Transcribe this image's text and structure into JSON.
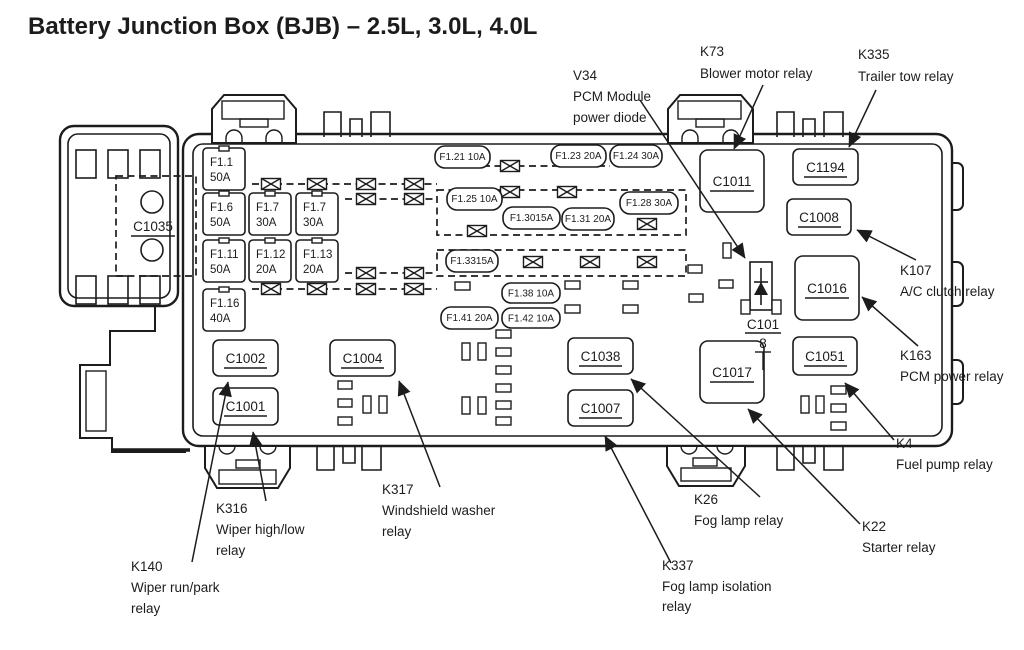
{
  "title": "Battery Junction Box (BJB) – 2.5L, 3.0L, 4.0L",
  "colors": {
    "ink": "#1c1c1c",
    "paper": "#ffffff"
  },
  "fuses_square": [
    {
      "name": "F1.1",
      "amp": "50A"
    },
    {
      "name": "F1.6",
      "amp": "50A"
    },
    {
      "name": "F1.7",
      "amp": "30A"
    },
    {
      "name": "F1.7",
      "amp": "30A"
    },
    {
      "name": "F1.11",
      "amp": "50A"
    },
    {
      "name": "F1.12",
      "amp": "20A"
    },
    {
      "name": "F1.13",
      "amp": "20A"
    },
    {
      "name": "F1.16",
      "amp": "40A"
    }
  ],
  "fuses_pill": [
    "F1.21 10A",
    "F1.23 20A",
    "F1.24 30A",
    "F1.25 10A",
    "F1.28 30A",
    "F1.3015A",
    "F1.31 20A",
    "F1.3315A",
    "F1.38 10A",
    "F1.41 20A",
    "F1.42 10A"
  ],
  "connectors": {
    "c1035": "C1035",
    "c1011": "C1011",
    "c1194": "C1194",
    "c1008": "C1008",
    "c1016": "C1016",
    "c1017": "C1017",
    "c1051": "C1051",
    "c1002": "C1002",
    "c1001": "C1001",
    "c1004": "C1004",
    "c1038": "C1038",
    "c1007": "C1007",
    "c101_line1": "C101",
    "c101_line2": "8"
  },
  "callouts": {
    "v34": {
      "code": "V34",
      "desc1": "PCM Module",
      "desc2": "power diode"
    },
    "k73": {
      "code": "K73",
      "desc1": "Blower motor relay"
    },
    "k335": {
      "code": "K335",
      "desc1": "Trailer tow relay"
    },
    "k107": {
      "code": "K107",
      "desc1": "A/C clutch relay"
    },
    "k163": {
      "code": "K163",
      "desc1": "PCM power relay"
    },
    "k4": {
      "code": "K4",
      "desc1": "Fuel pump relay"
    },
    "k22": {
      "code": "K22",
      "desc1": "Starter relay"
    },
    "k26": {
      "code": "K26",
      "desc1": "Fog lamp relay"
    },
    "k337": {
      "code": "K337",
      "desc1": "Fog lamp isolation",
      "desc2": "relay"
    },
    "k317": {
      "code": "K317",
      "desc1": "Windshield washer",
      "desc2": "relay"
    },
    "k316": {
      "code": "K316",
      "desc1": "Wiper high/low",
      "desc2": "relay"
    },
    "k140": {
      "code": "K140",
      "desc1": "Wiper run/park",
      "desc2": "relay"
    }
  }
}
